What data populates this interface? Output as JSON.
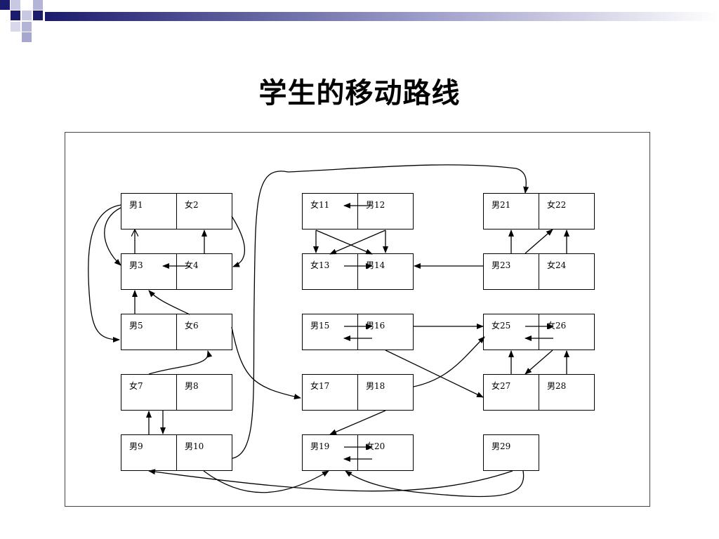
{
  "title": "学生的移动路线",
  "desks": [
    {
      "id": "c1",
      "label": "男1"
    },
    {
      "id": "c2",
      "label": "女2"
    },
    {
      "id": "c3",
      "label": "男3"
    },
    {
      "id": "c4",
      "label": "女4"
    },
    {
      "id": "c5",
      "label": "男5"
    },
    {
      "id": "c6",
      "label": "女6"
    },
    {
      "id": "c7",
      "label": "女7"
    },
    {
      "id": "c8",
      "label": "男8"
    },
    {
      "id": "c9",
      "label": "男9"
    },
    {
      "id": "c10",
      "label": "男10"
    },
    {
      "id": "c11",
      "label": "女11"
    },
    {
      "id": "c12",
      "label": "男12"
    },
    {
      "id": "c13",
      "label": "女13"
    },
    {
      "id": "c14",
      "label": "男14"
    },
    {
      "id": "c15",
      "label": "男15"
    },
    {
      "id": "c16",
      "label": "男16"
    },
    {
      "id": "c17",
      "label": "女17"
    },
    {
      "id": "c18",
      "label": "男18"
    },
    {
      "id": "c19",
      "label": "男19"
    },
    {
      "id": "c20",
      "label": "女20"
    },
    {
      "id": "c21",
      "label": "男21"
    },
    {
      "id": "c22",
      "label": "女22"
    },
    {
      "id": "c23",
      "label": "男23"
    },
    {
      "id": "c24",
      "label": "女24"
    },
    {
      "id": "c25",
      "label": "女25"
    },
    {
      "id": "c26",
      "label": "女26"
    },
    {
      "id": "c27",
      "label": "女27"
    },
    {
      "id": "c28",
      "label": "男28"
    },
    {
      "id": "c29",
      "label": "男29"
    }
  ],
  "colors": {
    "line": "#000000",
    "frame": "#444444",
    "deco_dark": "#1c1c6e",
    "deco_light": "#a6a6cf"
  }
}
